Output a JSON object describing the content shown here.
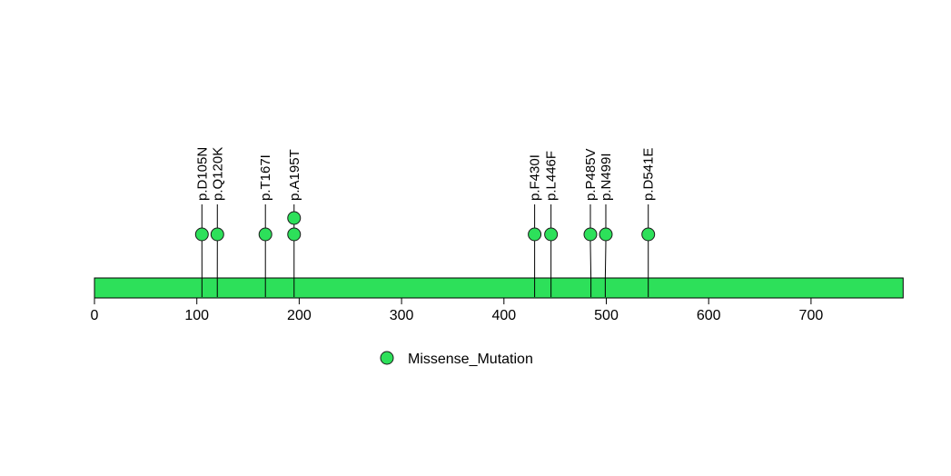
{
  "chart_data": {
    "type": "lollipop",
    "title": "",
    "xlabel": "",
    "ylabel": "",
    "protein_length": 790,
    "axis": {
      "xlim": [
        0,
        790
      ],
      "ticks": [
        0,
        100,
        200,
        300,
        400,
        500,
        600,
        700
      ],
      "grid": false
    },
    "mutations": [
      {
        "label": "p.D105N",
        "pos": 105,
        "count": 1,
        "type": "Missense_Mutation"
      },
      {
        "label": "p.Q120K",
        "pos": 120,
        "count": 1,
        "type": "Missense_Mutation"
      },
      {
        "label": "p.T167I",
        "pos": 167,
        "count": 1,
        "type": "Missense_Mutation"
      },
      {
        "label": "p.A195T",
        "pos": 195,
        "count": 2,
        "type": "Missense_Mutation"
      },
      {
        "label": "p.F430I",
        "pos": 430,
        "count": 1,
        "type": "Missense_Mutation"
      },
      {
        "label": "p.L446F",
        "pos": 446,
        "count": 1,
        "type": "Missense_Mutation"
      },
      {
        "label": "p.P485V",
        "pos": 485,
        "count": 1,
        "type": "Missense_Mutation"
      },
      {
        "label": "p.N499I",
        "pos": 499,
        "count": 1,
        "type": "Missense_Mutation"
      },
      {
        "label": "p.D541E",
        "pos": 541,
        "count": 1,
        "type": "Missense_Mutation"
      }
    ],
    "legend": [
      {
        "label": "Missense_Mutation",
        "shape": "circle",
        "color": "#2DE05A"
      }
    ],
    "layout_hints": {
      "legend_position": "bottom-center",
      "bar_color": "#2DE05A",
      "dot_color": "#2DE05A",
      "stick_color": "#000000",
      "outline_color": "#000000"
    }
  }
}
